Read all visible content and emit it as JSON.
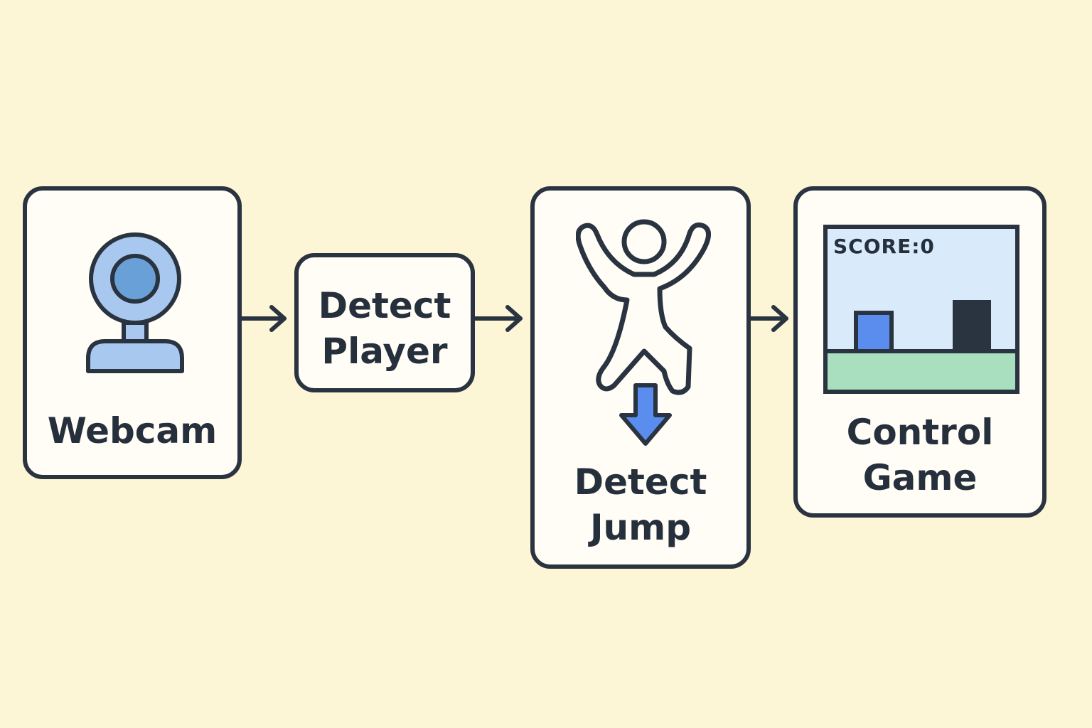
{
  "steps": {
    "webcam": {
      "label": "Webcam"
    },
    "detect_player": {
      "line1": "Detect",
      "line2": "Player"
    },
    "detect_jump": {
      "line1": "Detect",
      "line2": "Jump"
    },
    "control_game": {
      "line1": "Control",
      "line2": "Game"
    }
  },
  "game": {
    "score_text": "SCORE:0"
  },
  "icons": {
    "webcam": "webcam-icon",
    "jump": "jumping-person-icon",
    "down_arrow": "down-arrow-icon",
    "game": "game-screen-icon",
    "flow_arrow": "right-arrow-icon"
  },
  "colors": {
    "background": "#fdf6d6",
    "box_fill": "#fffdf5",
    "outline": "#2a3340",
    "webcam_blue": "#a9c8ef",
    "lens_blue": "#6aa0d8",
    "arrow_blue": "#5b8def",
    "sky": "#d9ebfb",
    "grass": "#a9dfbf",
    "player_block": "#5b8def",
    "obstacle": "#2a3340"
  }
}
